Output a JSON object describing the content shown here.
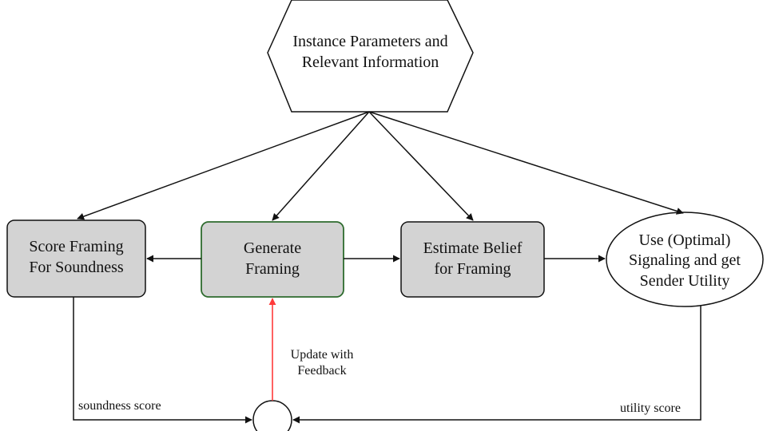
{
  "nodes": {
    "instance": {
      "line1": "Instance Parameters and",
      "line2": "Relevant Information"
    },
    "score": {
      "line1": "Score Framing",
      "line2": "For Soundness"
    },
    "generate": {
      "line1": "Generate",
      "line2": "Framing"
    },
    "estimate": {
      "line1": "Estimate Belief",
      "line2": "for Framing"
    },
    "use": {
      "line1": "Use (Optimal)",
      "line2": "Signaling and get",
      "line3": "Sender Utility"
    }
  },
  "edge_labels": {
    "feedback": {
      "line1": "Update with",
      "line2": "Feedback"
    },
    "soundness": "soundness score",
    "utility": "utility score"
  },
  "colors": {
    "gray_fill": "#d3d3d3",
    "green_border": "#2e6b2e",
    "feedback_arrow": "#ff3b3b",
    "stroke": "#111111"
  }
}
